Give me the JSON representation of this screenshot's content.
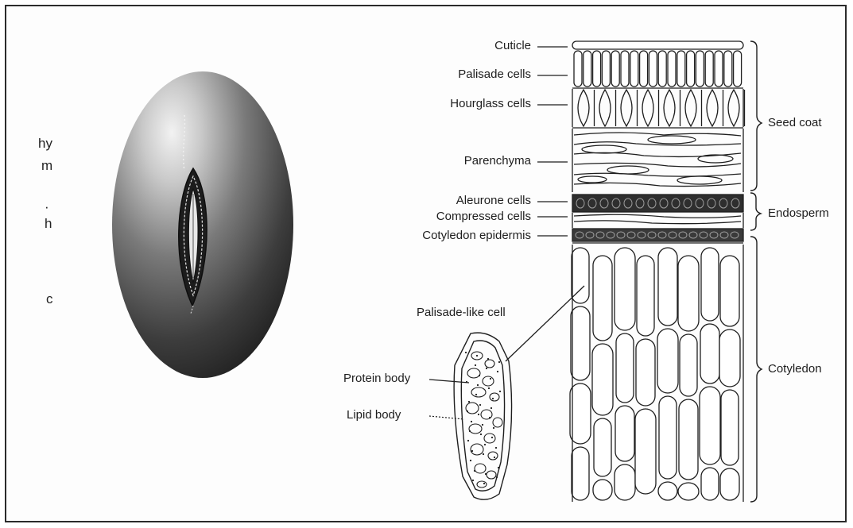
{
  "seed_markers": {
    "hy": "hy",
    "m": "m",
    "h": "h",
    "c": "c"
  },
  "layer_labels": {
    "cuticle": "Cuticle",
    "palisade_cells": "Palisade cells",
    "hourglass_cells": "Hourglass cells",
    "parenchyma": "Parenchyma",
    "aleurone_cells": "Aleurone cells",
    "compressed_cells": "Compressed cells",
    "cotyledon_epidermis": "Cotyledon epidermis"
  },
  "region_labels": {
    "seed_coat": "Seed coat",
    "endosperm": "Endosperm",
    "cotyledon": "Cotyledon"
  },
  "cell_labels": {
    "palisade_like_cell": "Palisade-like cell",
    "protein_body": "Protein body",
    "lipid_body": "Lipid body"
  },
  "colors": {
    "ink": "#1e1e1e",
    "seed_dark": "#2a2a2a",
    "seed_light": "#d6d6d6",
    "hilum_light": "#e8e8e8"
  }
}
